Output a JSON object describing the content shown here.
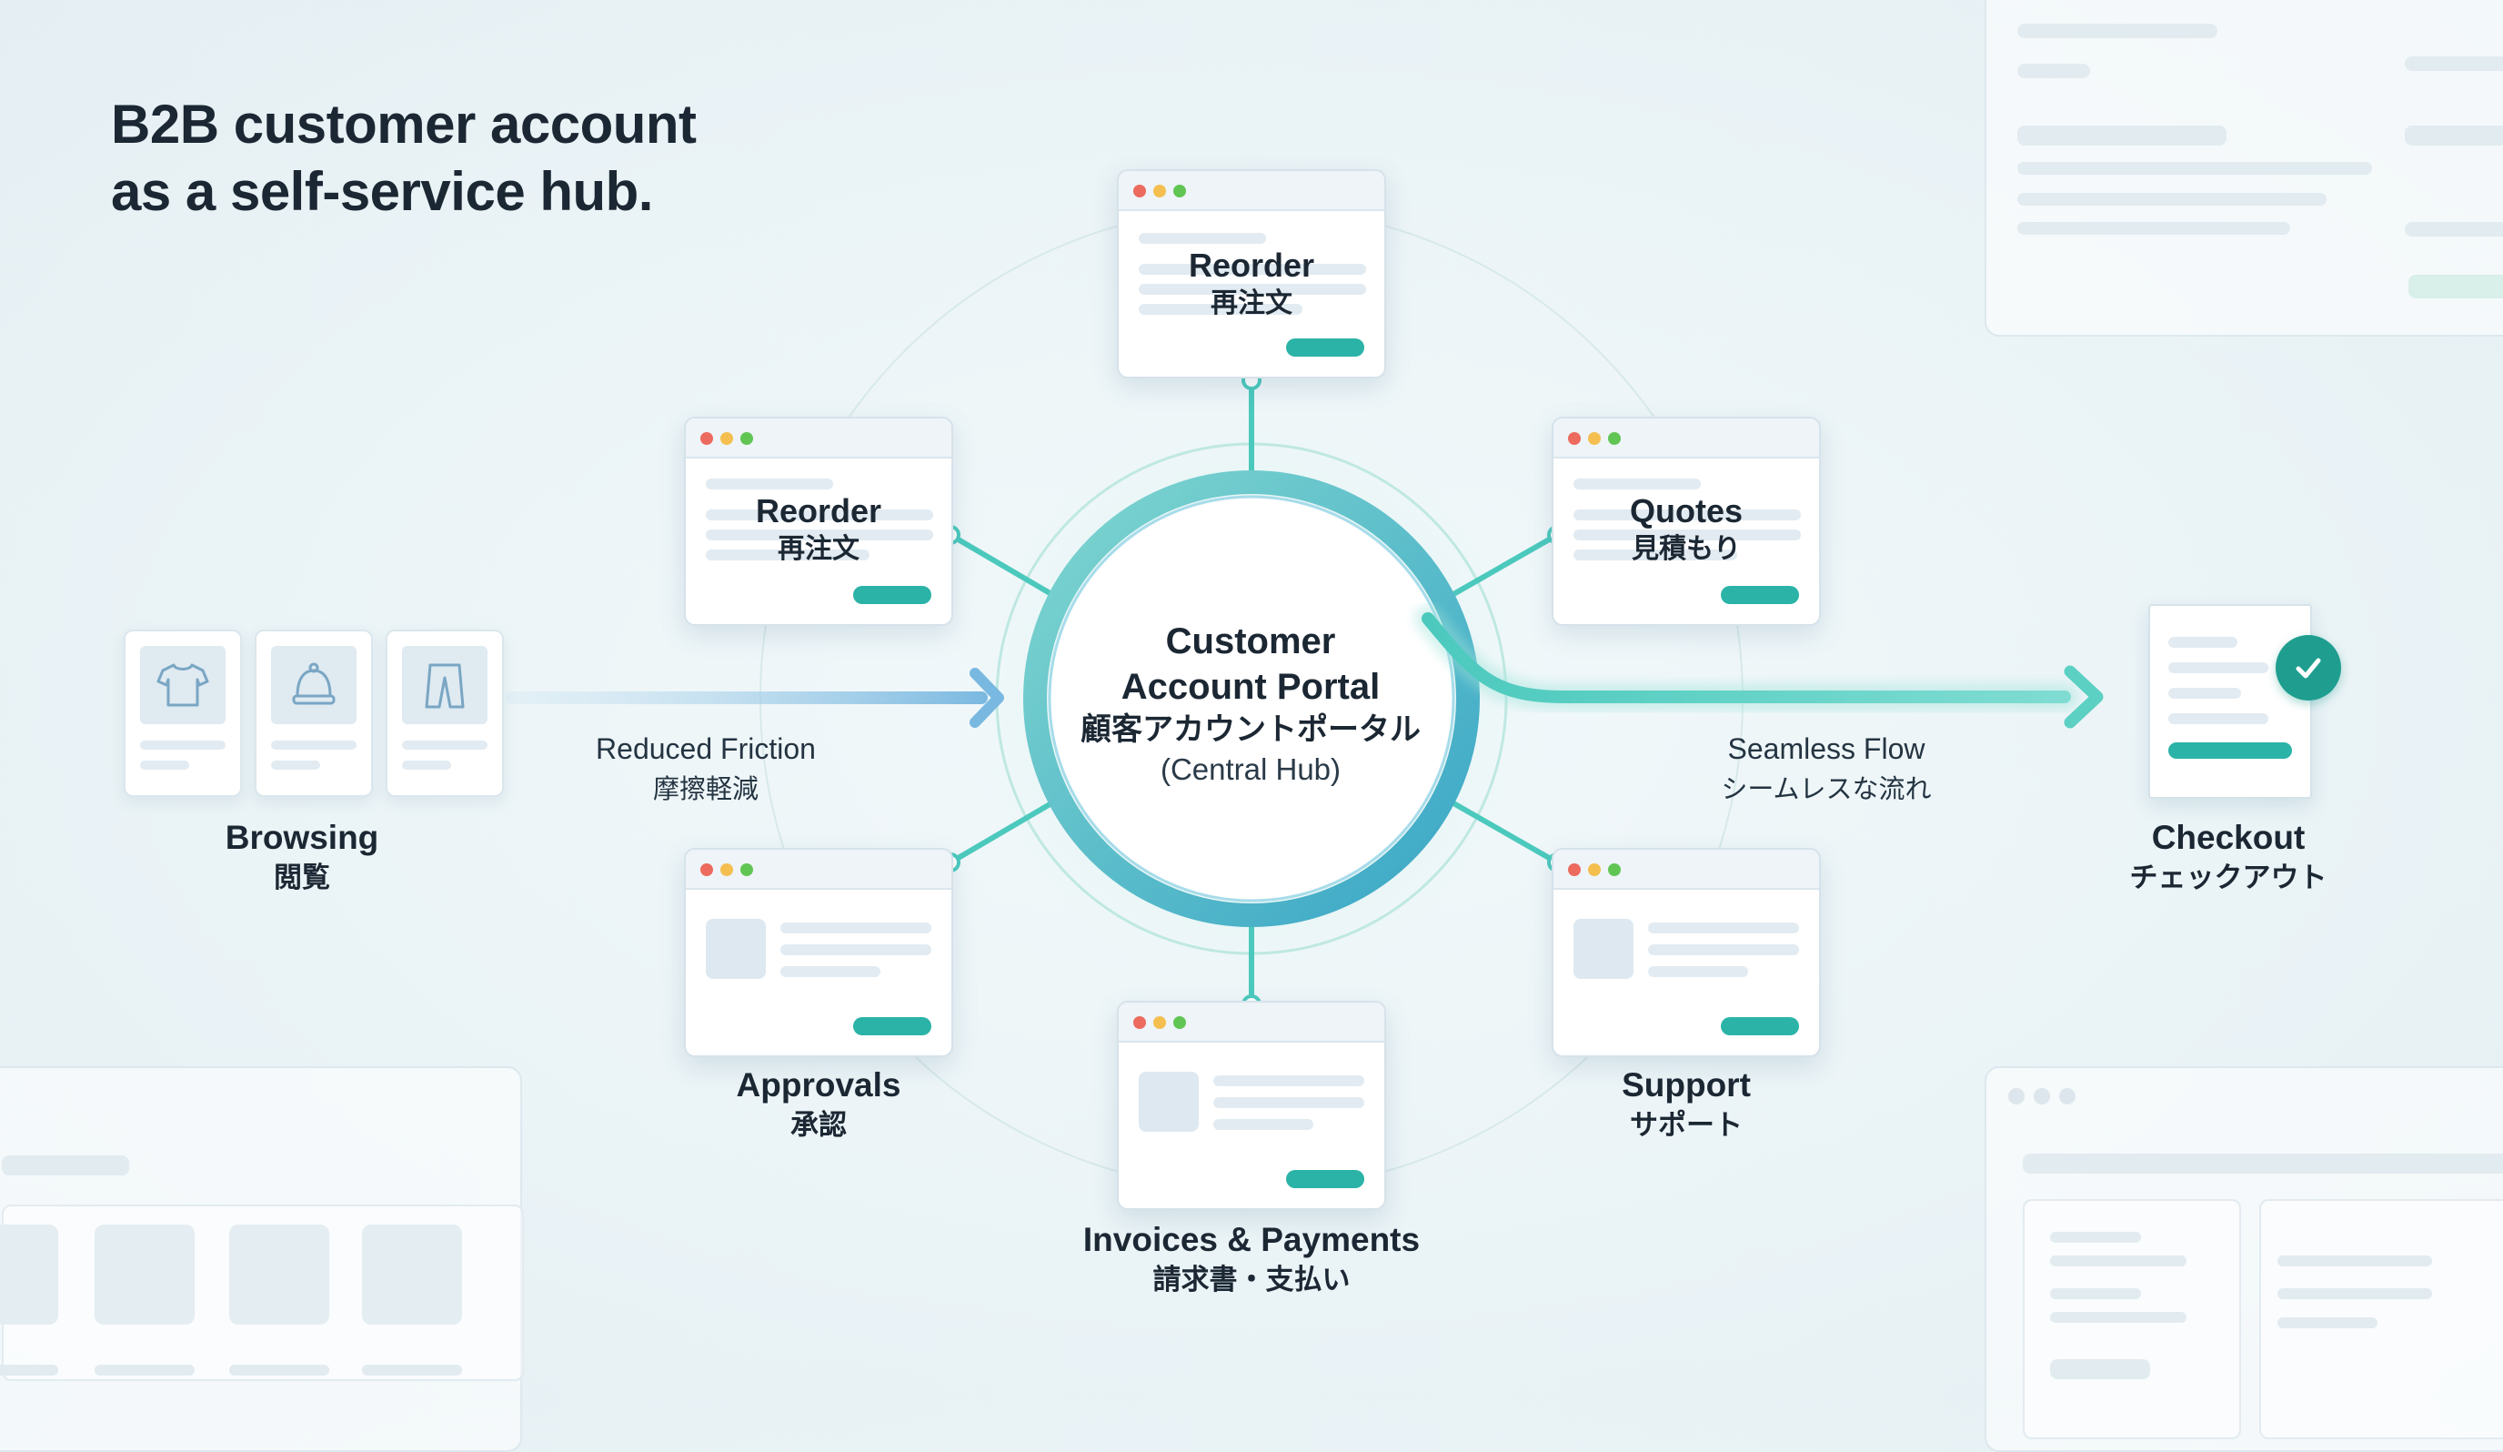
{
  "title": {
    "line1": "B2B customer account",
    "line2": "as a self-service hub."
  },
  "hub": {
    "line1": "Customer",
    "line2": "Account Portal",
    "jp": "顧客アカウントポータル",
    "sub": "(Central Hub)"
  },
  "modules": {
    "top_reorder": {
      "en": "Reorder",
      "jp": "再注文"
    },
    "left_reorder": {
      "en": "Reorder",
      "jp": "再注文"
    },
    "quotes": {
      "en": "Quotes",
      "jp": "見積もり"
    },
    "approvals": {
      "en": "Approvals",
      "jp": "承認"
    },
    "invoices": {
      "en": "Invoices & Payments",
      "jp": "請求書・支払い"
    },
    "support": {
      "en": "Support",
      "jp": "サポート"
    }
  },
  "flow": {
    "browsing": {
      "en": "Browsing",
      "jp": "閲覧"
    },
    "reduced_friction": {
      "en": "Reduced Friction",
      "jp": "摩擦軽減"
    },
    "seamless_flow": {
      "en": "Seamless Flow",
      "jp": "シームレスな流れ"
    },
    "checkout": {
      "en": "Checkout",
      "jp": "チェックアウト"
    }
  },
  "product_icons": [
    "tshirt-icon",
    "hat-icon",
    "pants-icon"
  ],
  "colors": {
    "accent_teal": "#2bb3a7",
    "connector": "#4cc9bd",
    "flow_blue": "#7dbde0",
    "check_green": "#1f9e8f",
    "text": "#1b2733"
  }
}
